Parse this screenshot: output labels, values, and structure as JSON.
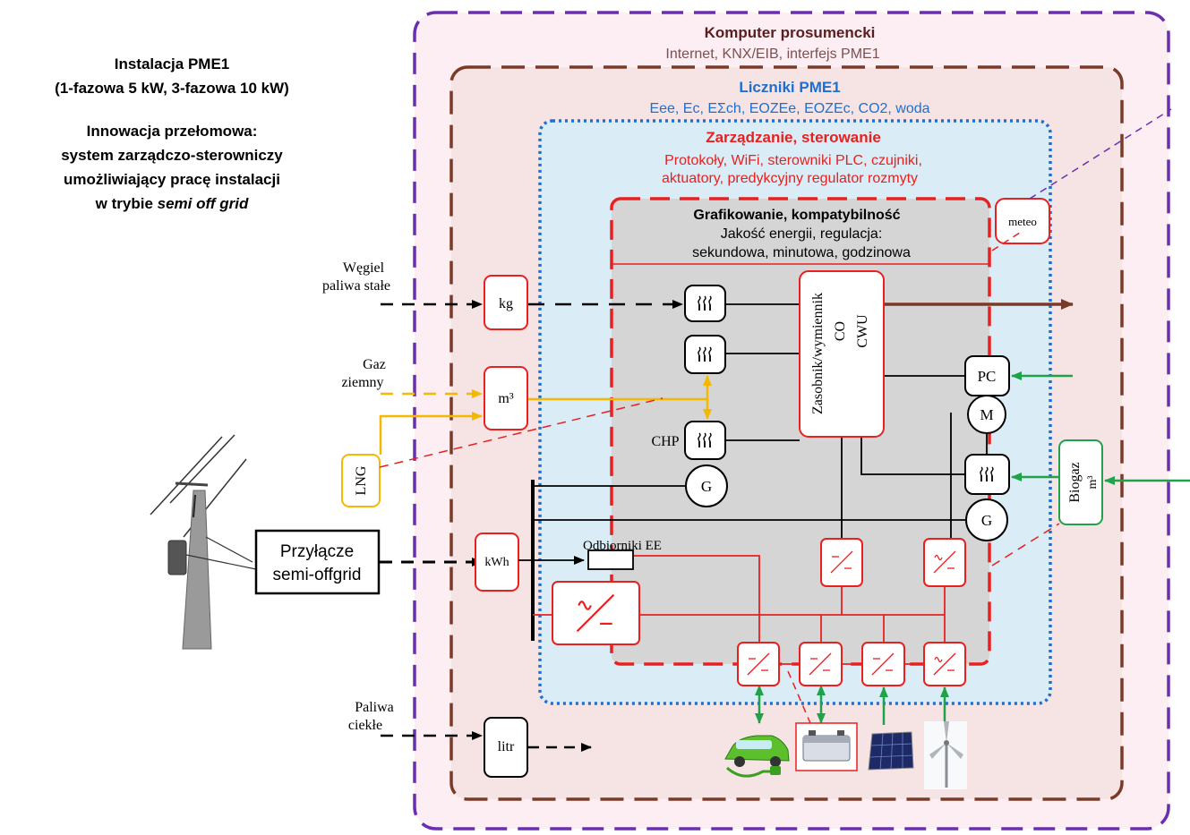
{
  "info": {
    "title1": "Instalacja PME1",
    "title2": "(1-fazowa 5 kW, 3-fazowa 10 kW)",
    "innov1": "Innowacja przełomowa:",
    "innov2": "system zarządczo-sterowniczy",
    "innov3": "umożliwiający pracę instalacji",
    "innov4_prefix": "w trybie ",
    "innov4_italic": "semi off grid"
  },
  "layers": {
    "prosument_title": "Komputer prosumencki",
    "prosument_sub": "Internet, KNX/EIB, interfejs PME1",
    "liczniki_title": "Liczniki PME1",
    "liczniki_sub": "Eee, Ec, EΣch, EOZEe, EOZEc, CO2, woda",
    "zarzadzanie_title": "Zarządzanie, sterowanie",
    "zarzadzanie_sub1": "Protokoły, WiFi, sterowniki PLC, czujniki,",
    "zarzadzanie_sub2": "aktuatory, predykcyjny regulator rozmyty",
    "grafik_title": "Grafikowanie, kompatybilność",
    "grafik_sub1": "Jakość energii, regulacja:",
    "grafik_sub2": "sekundowa, minutowa, godzinowa"
  },
  "inputs": {
    "wegiel1": "Węgiel",
    "wegiel2": "paliwa stałe",
    "gaz1": "Gaz",
    "gaz2": "ziemny",
    "paliwa1": "Paliwa",
    "paliwa2": "ciekłe"
  },
  "meters": {
    "kg": "kg",
    "m3": "m³",
    "kwh": "kWh",
    "litr": "litr",
    "lng": "LNG",
    "meteo": "meteo",
    "biogaz": "Biogaz",
    "biogaz_unit": "m³"
  },
  "devices": {
    "zasobnik1": "Zasobnik/wymiennik",
    "zasobnik2": "CO",
    "zasobnik3": "CWU",
    "chp": "CHP",
    "g1": "G",
    "g2": "G",
    "m": "M",
    "pc": "PC",
    "odbiorniki": "Odbiorniki EE",
    "przylacze1": "Przyłącze",
    "przylacze2": "semi-offgrid"
  },
  "icons": [
    "heater-icon",
    "inverter-icon",
    "ev-car-icon",
    "battery-icon",
    "solar-panel-icon",
    "wind-turbine-icon",
    "power-pole-icon"
  ],
  "colors": {
    "purple": "#6a2fb0",
    "brown": "#7b3a28",
    "blue": "#1f6fd0",
    "red": "#e82020",
    "gas": "#f5b800",
    "green": "#1fa24a"
  }
}
